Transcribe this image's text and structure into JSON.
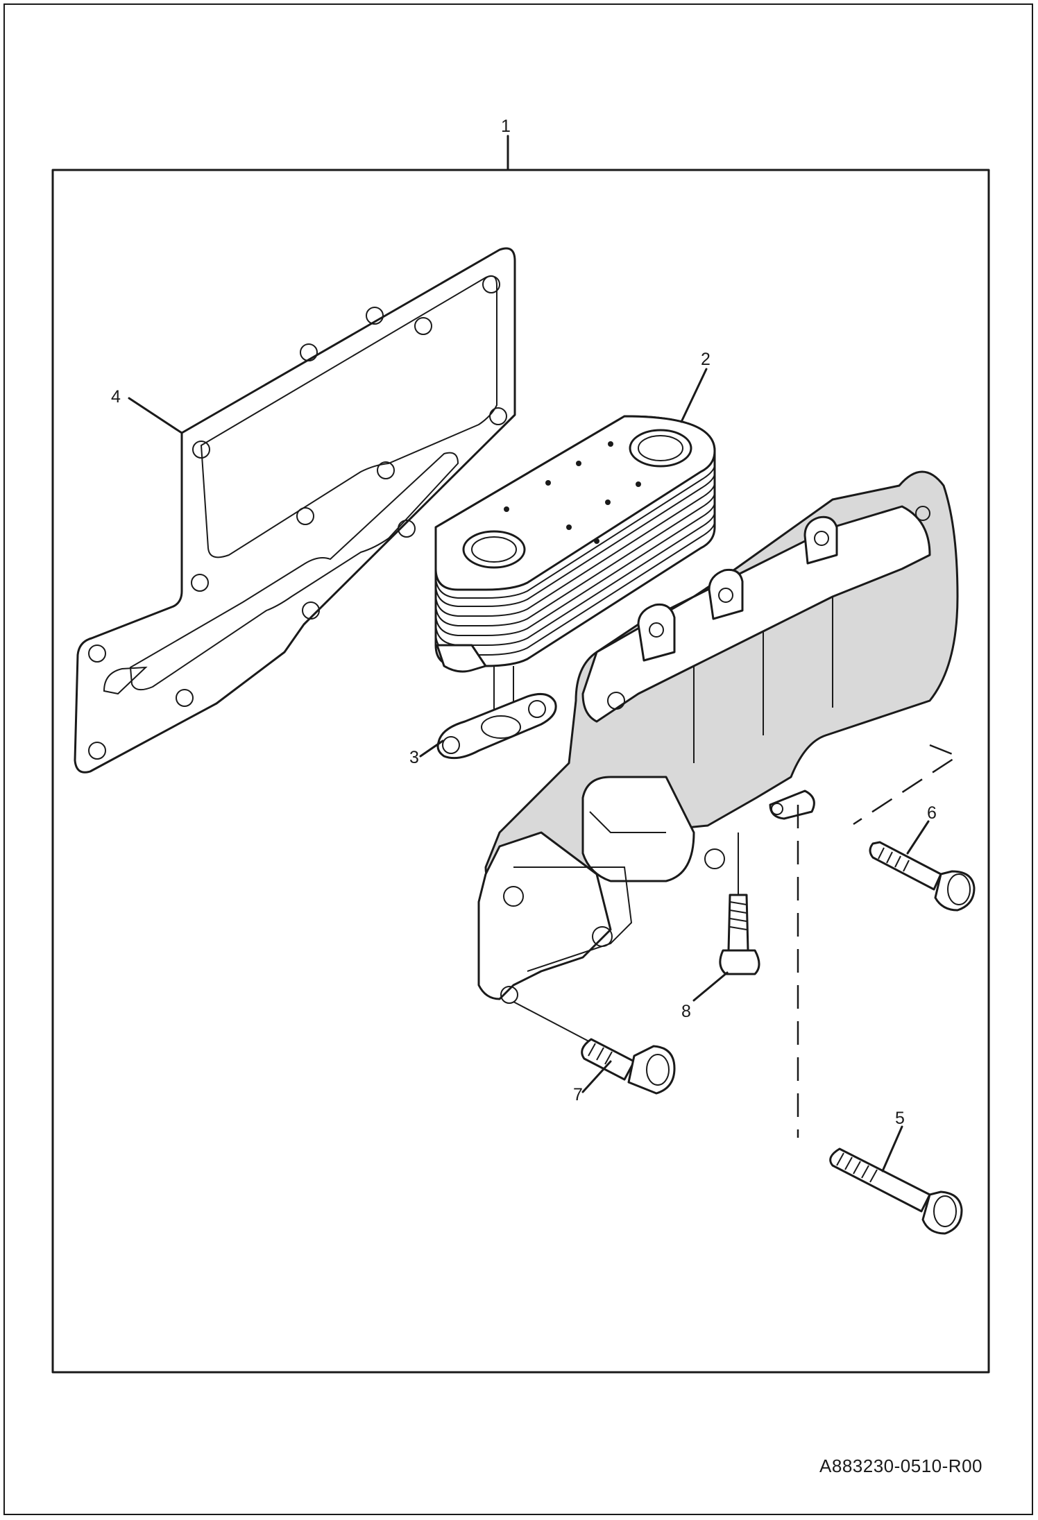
{
  "drawing_ref": "A883230-0510-R00",
  "callouts": [
    {
      "id": "1",
      "label": "1"
    },
    {
      "id": "2",
      "label": "2"
    },
    {
      "id": "3",
      "label": "3"
    },
    {
      "id": "4",
      "label": "4"
    },
    {
      "id": "5",
      "label": "5"
    },
    {
      "id": "6",
      "label": "6"
    },
    {
      "id": "7",
      "label": "7"
    },
    {
      "id": "8",
      "label": "8"
    }
  ],
  "colors": {
    "line": "#1a1a1a",
    "background": "#ffffff",
    "fill": "#d9d9d9"
  }
}
